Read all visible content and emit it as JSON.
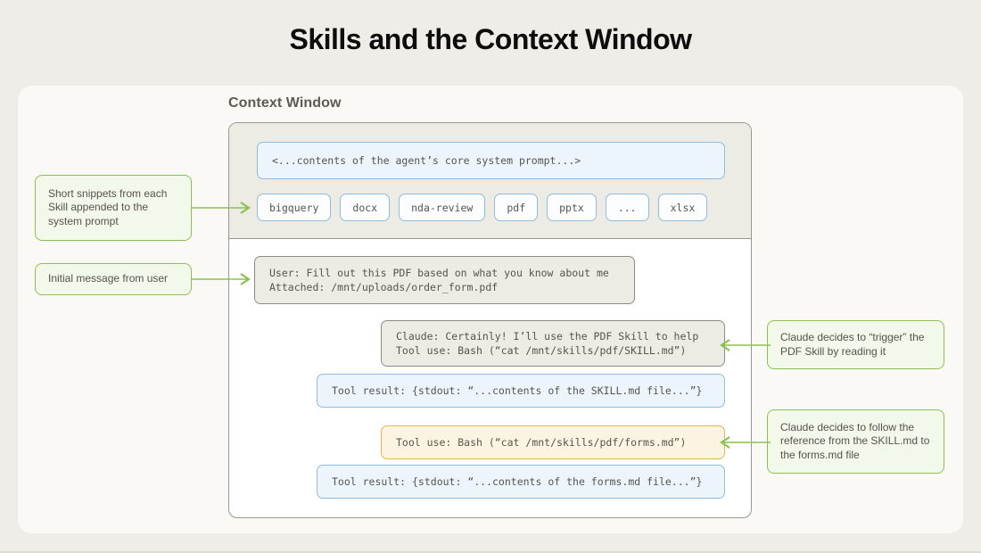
{
  "title": "Skills and the Context Window",
  "context_window": {
    "label": "Context Window",
    "system_section": {
      "system_prompt_text": "<...contents of the agent’s core system prompt...>",
      "skills": [
        {
          "name": "bigquery"
        },
        {
          "name": "docx"
        },
        {
          "name": "nda-review"
        },
        {
          "name": "pdf"
        },
        {
          "name": "pptx"
        },
        {
          "name": "..."
        },
        {
          "name": "xlsx"
        }
      ]
    },
    "conversation": [
      {
        "id": "user-message",
        "style": "gray",
        "lines": "User: Fill out this PDF based on what you know about me\nAttached: /mnt/uploads/order_form.pdf"
      },
      {
        "id": "claude-response",
        "style": "gray",
        "lines": "Claude: Certainly! I’ll use the PDF Skill to help\nTool use: Bash (“cat /mnt/skills/pdf/SKILL.md”)"
      },
      {
        "id": "tool-result-skill",
        "style": "blue",
        "lines": "Tool result: {stdout: “...contents of the SKILL.md file...”}"
      },
      {
        "id": "tool-use-forms",
        "style": "amber",
        "lines": "Tool use: Bash (“cat /mnt/skills/pdf/forms.md”)"
      },
      {
        "id": "tool-result-forms",
        "style": "blue",
        "lines": "Tool result: {stdout: “...contents of the forms.md file...”}"
      }
    ]
  },
  "annotations": [
    {
      "id": "snippets-note",
      "text": "Short snippets from\neach Skill appended\nto the system prompt",
      "side": "left"
    },
    {
      "id": "initial-message-note",
      "text": "Initial message from user",
      "side": "left"
    },
    {
      "id": "trigger-note",
      "text": "Claude decides to “trigger”\nthe PDF Skill by reading it",
      "side": "right"
    },
    {
      "id": "reference-note",
      "text": "Claude decides to follow the\nreference from the SKILL.md\nto the forms.md file",
      "side": "right"
    }
  ],
  "colors": {
    "page_background": "#EFEDE7",
    "card_background": "#FAF9F5",
    "system_section_background": "#ECEBE4",
    "panel_border": "#9A9790",
    "accent_blue": "#8FBCE0",
    "accent_green": "#8CC152",
    "accent_amber": "#E3B64C",
    "body_text": "#56544E",
    "title_text": "#0D0D0C"
  }
}
